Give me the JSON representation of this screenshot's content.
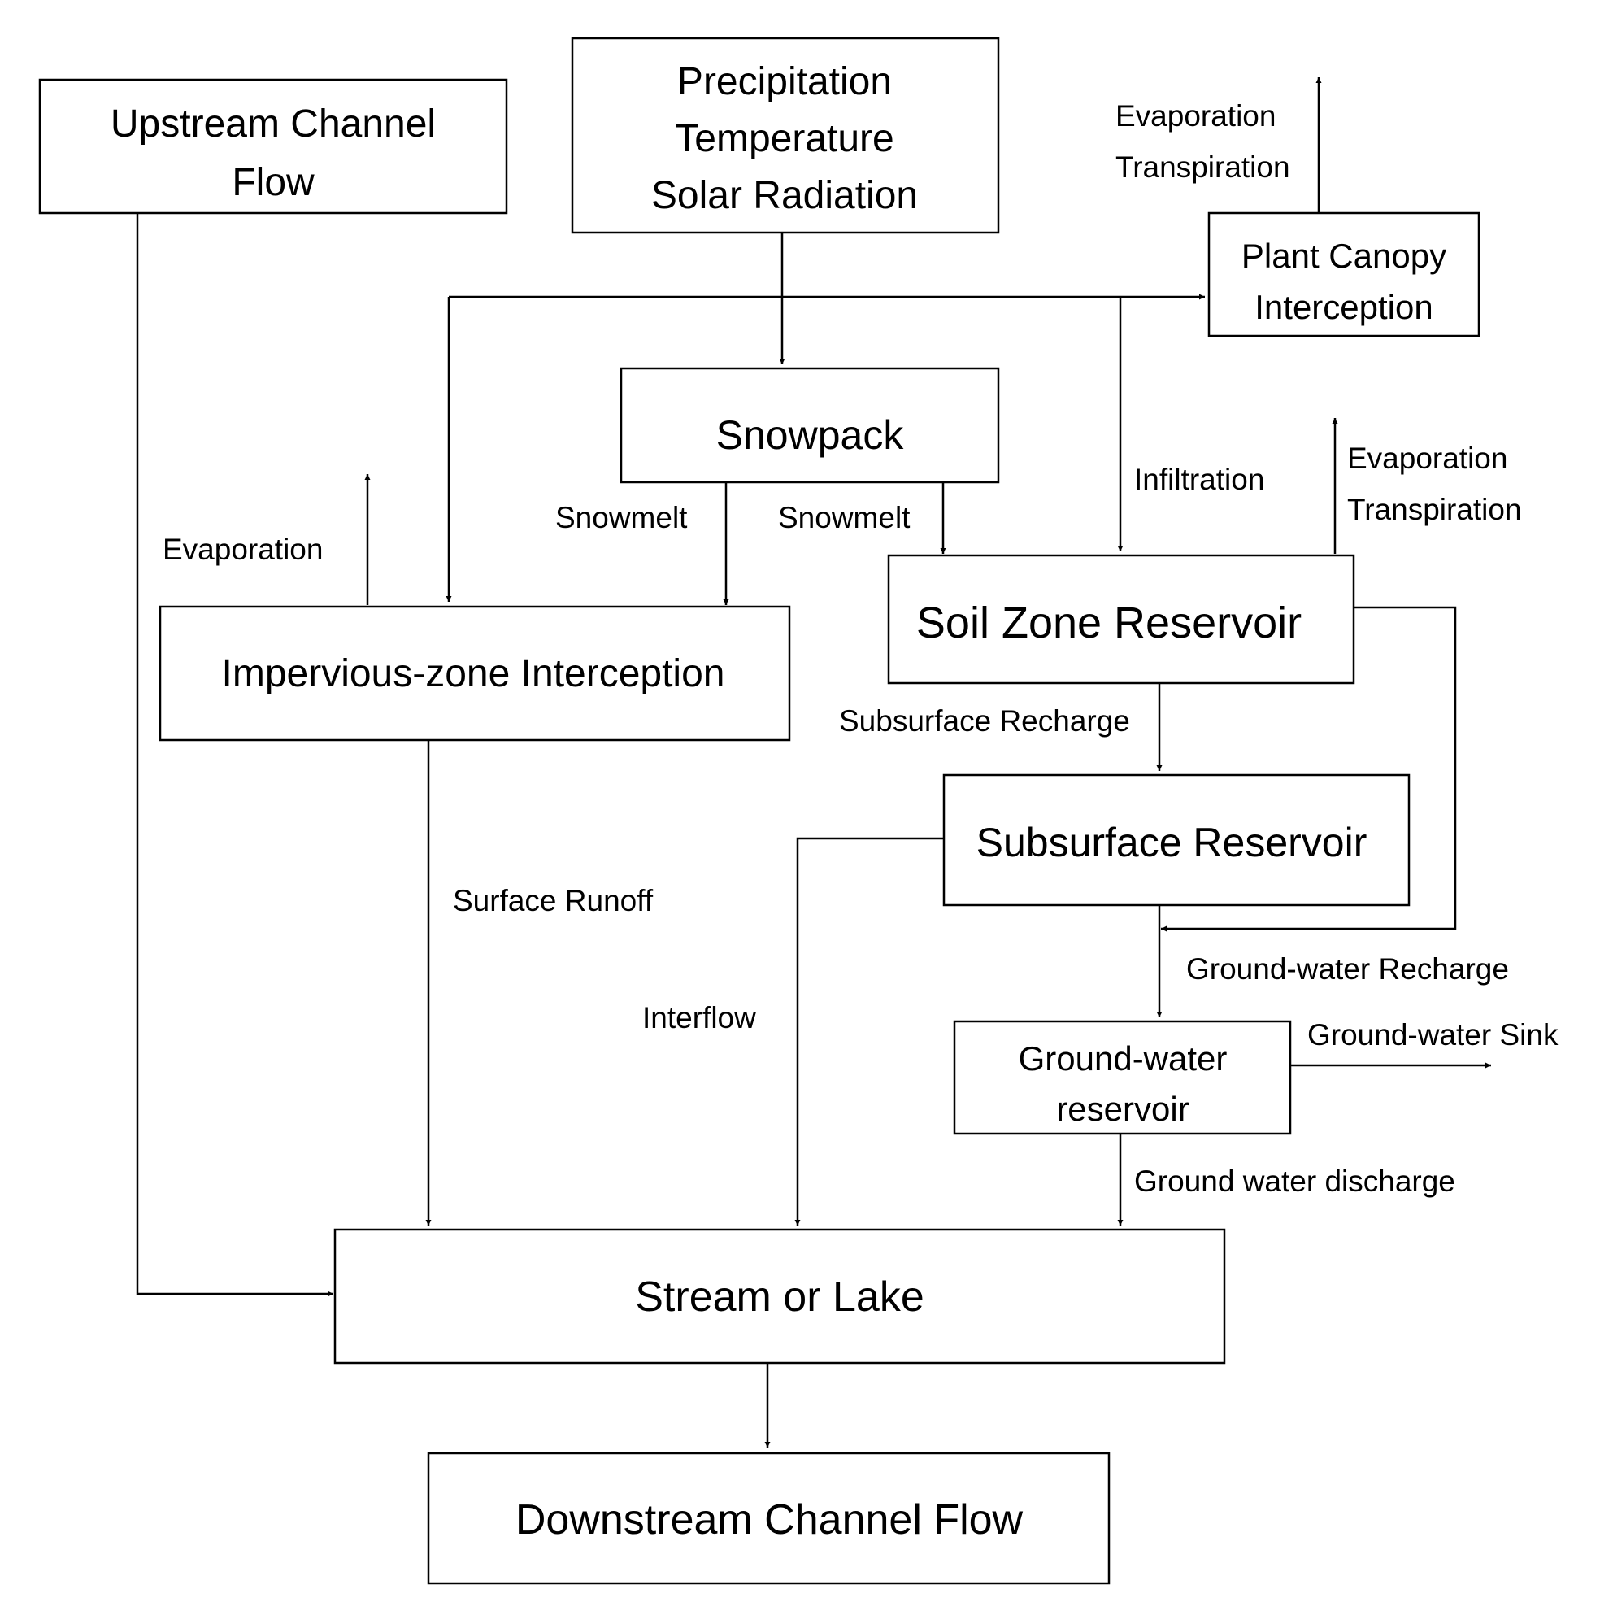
{
  "boxes": {
    "upstream": [
      "Upstream Channel",
      "Flow"
    ],
    "climate": [
      "Precipitation",
      "Temperature",
      "Solar Radiation"
    ],
    "canopy": [
      "Plant Canopy",
      "Interception"
    ],
    "snowpack": [
      "Snowpack"
    ],
    "impervious": [
      "Impervious-zone Interception"
    ],
    "soil": [
      "Soil Zone Reservoir"
    ],
    "subsurface": [
      "Subsurface Reservoir"
    ],
    "groundwater": [
      "Ground-water",
      "reservoir"
    ],
    "stream": [
      "Stream or Lake"
    ],
    "downstream": [
      "Downstream Channel Flow"
    ]
  },
  "labels": {
    "canopy_evaporation": "Evaporation",
    "canopy_transpiration": "Transpiration",
    "soil_evaporation": "Evaporation",
    "soil_transpiration": "Transpiration",
    "impervious_evaporation": "Evaporation",
    "snowmelt_left": "Snowmelt",
    "snowmelt_right": "Snowmelt",
    "infiltration": "Infiltration",
    "subsurface_recharge": "Subsurface Recharge",
    "surface_runoff": "Surface Runoff",
    "interflow": "Interflow",
    "groundwater_recharge": "Ground-water Recharge",
    "groundwater_sink": "Ground-water Sink",
    "groundwater_discharge": "Ground water discharge"
  }
}
